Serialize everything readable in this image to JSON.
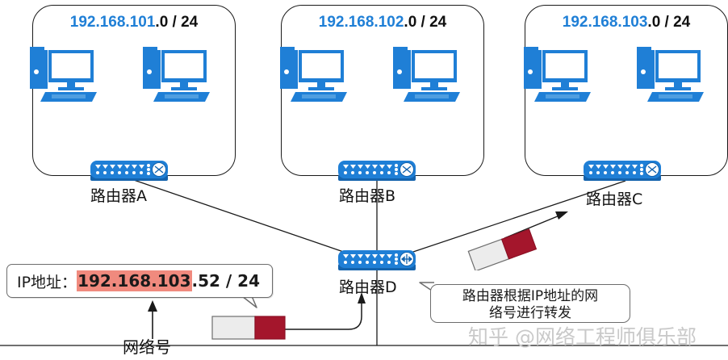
{
  "diagram": {
    "title_watermark": "知乎 @网络工程师俱乐部",
    "subnets": [
      {
        "id": "subnet-1",
        "net_part": "192.168.101",
        "host_part": ".0 / 24",
        "router_label": "路由器A"
      },
      {
        "id": "subnet-2",
        "net_part": "192.168.102",
        "host_part": ".0 / 24",
        "router_label": "路由器B"
      },
      {
        "id": "subnet-3",
        "net_part": "192.168.103",
        "host_part": ".0 / 24",
        "router_label": "路由器C"
      }
    ],
    "core_router": {
      "label": "路由器D"
    },
    "ip_callout": {
      "prefix": "IP地址：",
      "network_number": "192.168.103",
      "host_number": ".52 / 24"
    },
    "network_number_annotation": "网络号",
    "comment_callout": {
      "line1": "路由器根据IP地址的网",
      "line2": "络号进行转发"
    },
    "colors": {
      "device_blue": "#1f7fd6",
      "net_text_blue": "#1f7fd6",
      "highlight_red": "#f08a7e",
      "packet_red": "#a4162c",
      "packet_gray": "#ececec",
      "line_black": "#1a1a1a"
    }
  }
}
